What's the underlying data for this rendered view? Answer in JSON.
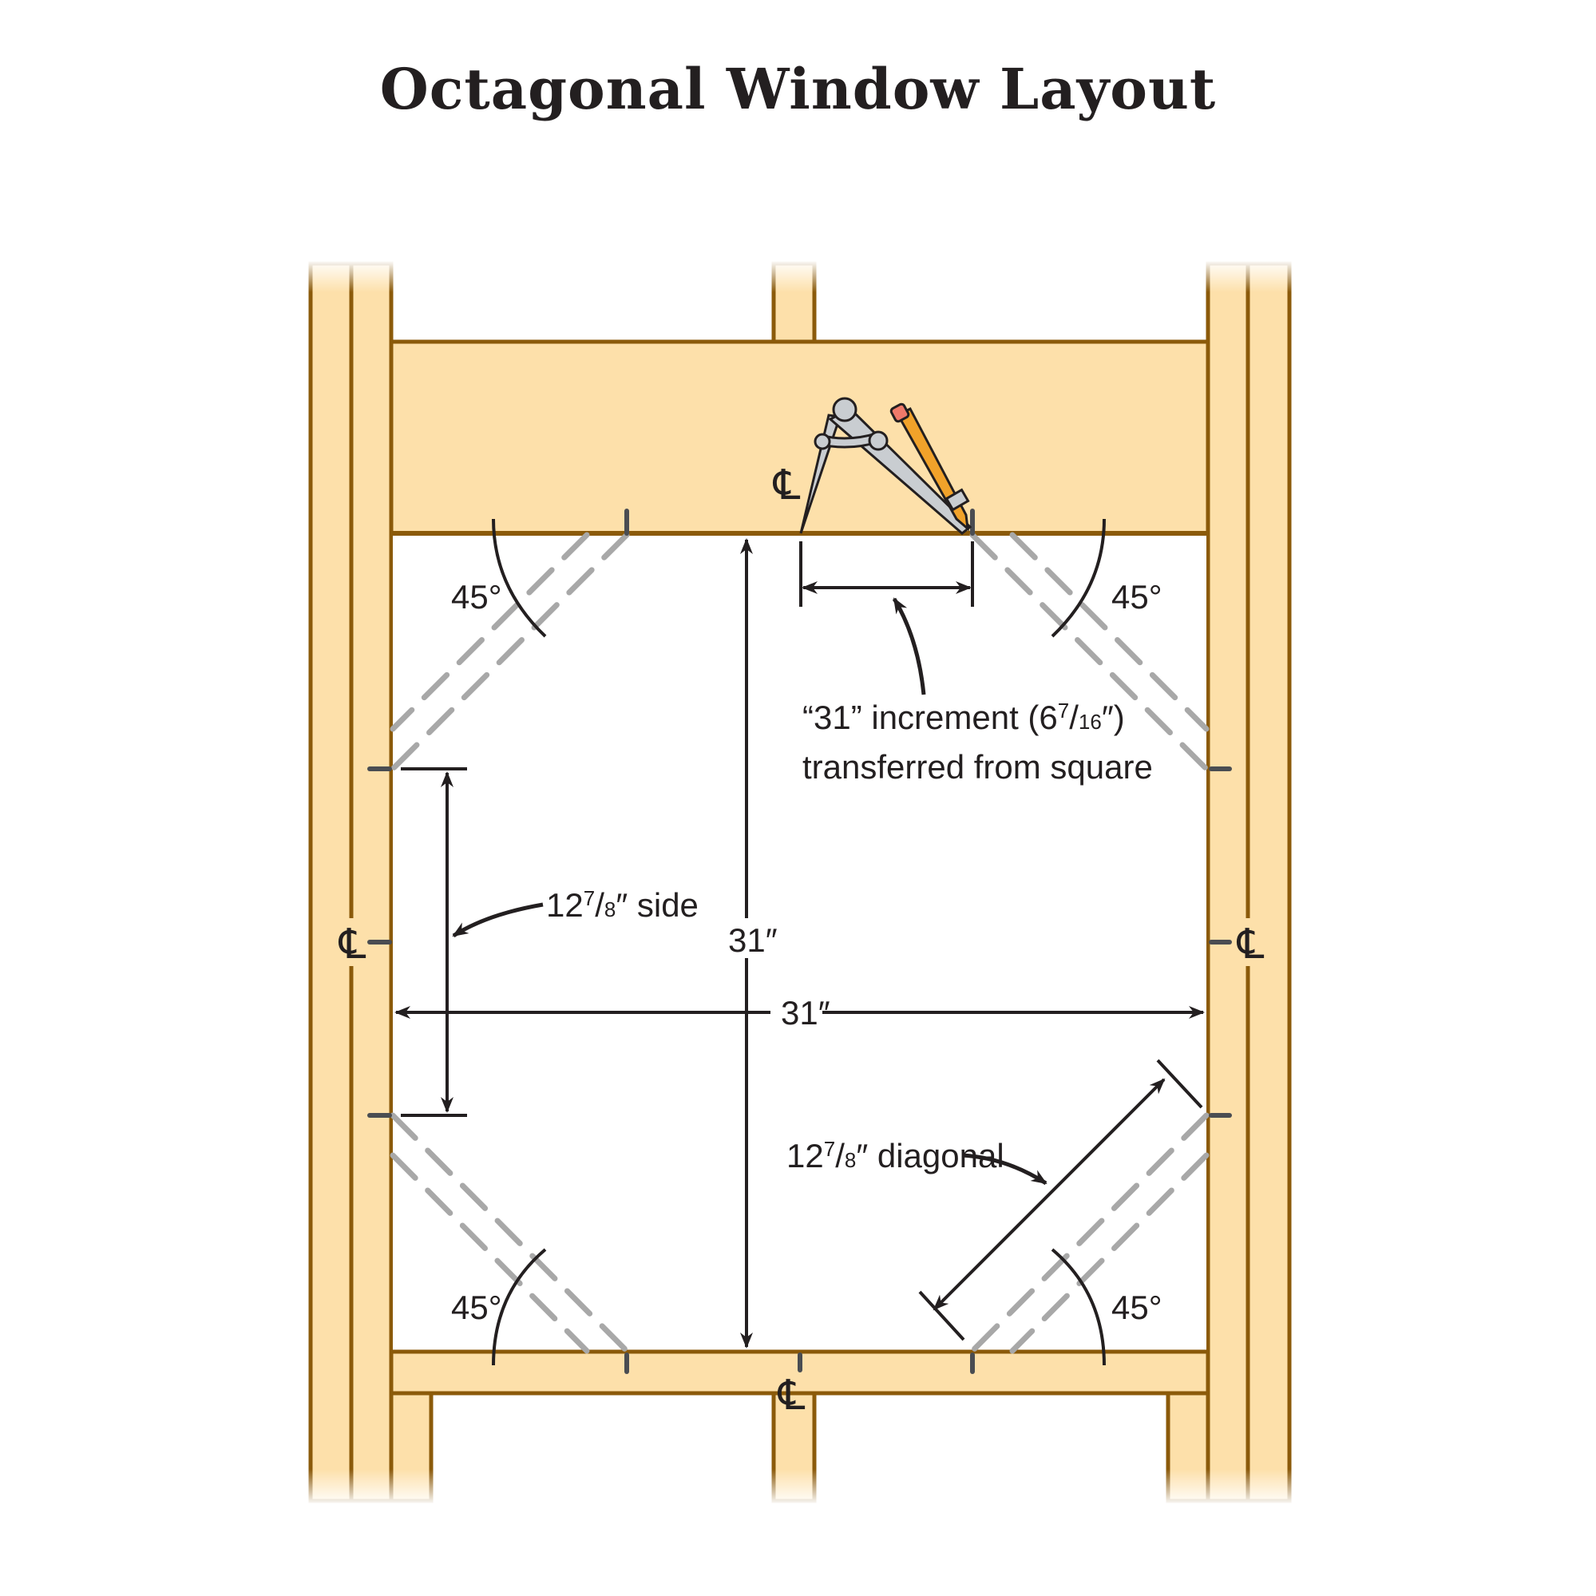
{
  "title": "Octagonal Window Layout",
  "colors": {
    "wood_fill": "#fde0aa",
    "wood_edge": "#8b5a0a",
    "dim_line": "#231f20",
    "dashed_guide": "#a8a8a8",
    "tick_mark": "#4a4d52",
    "pencil": "#f1a22a",
    "eraser": "#f07a6a",
    "compass": "#c9cdd1"
  },
  "labels": {
    "angle_top_left": "45°",
    "angle_top_right": "45°",
    "angle_bottom_left": "45°",
    "angle_bottom_right": "45°",
    "increment_line1_a": "“31” increment (6",
    "increment_sup": "7",
    "increment_slash": "/",
    "increment_sub": "16",
    "increment_line1_b": "″)",
    "increment_line2": "transferred from square",
    "side_whole": "12",
    "side_sup": "7",
    "side_slash": "/",
    "side_sub": "8",
    "side_rest": "″ side",
    "diag_whole": "12",
    "diag_sup": "7",
    "diag_slash": "/",
    "diag_sub": "8",
    "diag_rest": "″ diagonal",
    "height_dim": "31″",
    "width_dim": "31″",
    "centerline_symbol": "℄"
  },
  "icons": [
    "compass-icon",
    "pencil-icon",
    "centerline-icon",
    "arrow-icon"
  ]
}
